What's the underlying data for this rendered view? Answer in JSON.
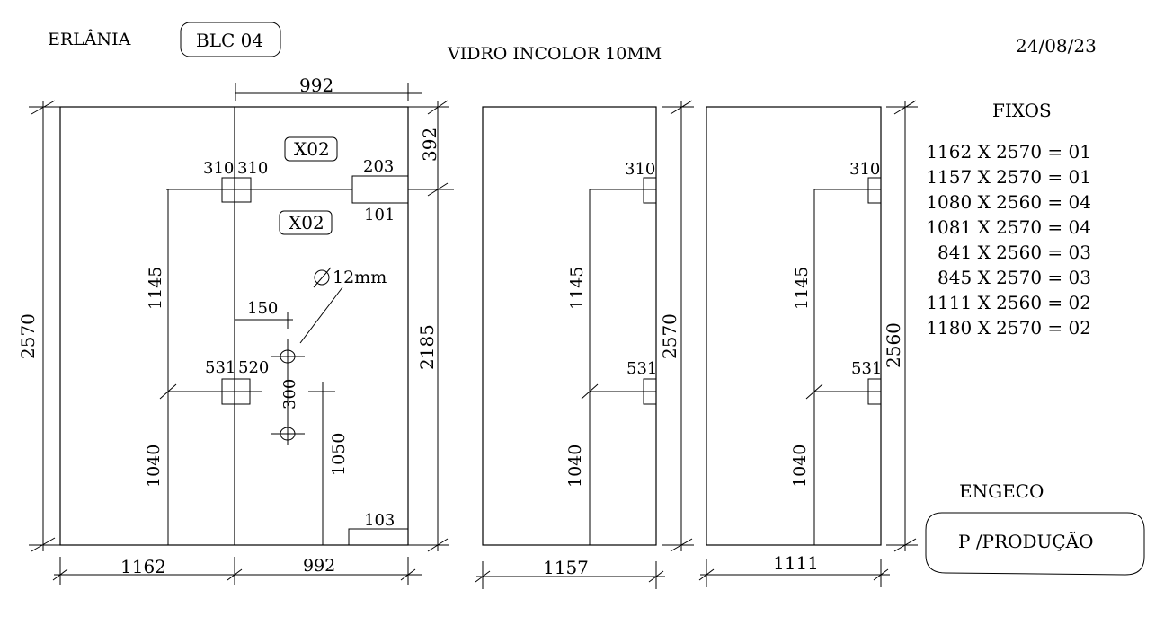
{
  "header": {
    "client": "ERLÂNIA",
    "block": "BLC 04",
    "title": "VIDRO INCOLOR 10MM",
    "date": "24/08/23"
  },
  "panel1": {
    "overall_height": "2570",
    "width_left": "1162",
    "width_right": "992",
    "width_top": "992",
    "tag_a": "X02",
    "tag_b": "X02",
    "hinge_top_left": "310",
    "hinge_top_right": "310",
    "handle_top": "203",
    "handle_bottom": "101",
    "top_offset": "392",
    "right_height": "2185",
    "upper_height": "1145",
    "lower_height": "1040",
    "hinge_mid_left": "531",
    "hinge_mid_right": "520",
    "hole_offset": "150",
    "hole_label": "12mm",
    "hole_spacing": "300",
    "hole_height": "1050",
    "notch_bottom": "103"
  },
  "panel2": {
    "hinge_top": "310",
    "hinge_mid": "531",
    "upper_height": "1145",
    "lower_height": "1040",
    "height": "2570",
    "width": "1157"
  },
  "panel3": {
    "hinge_top": "310",
    "hinge_mid": "531",
    "upper_height": "1145",
    "lower_height": "1040",
    "height": "2560",
    "width": "1111"
  },
  "fixos": {
    "title": "FIXOS",
    "items": [
      "1162 X 2570 = 01",
      "1157 X 2570 = 01",
      "1080 X 2560 = 04",
      "1081 X 2570 = 04",
      "841 X 2560 = 03",
      "845 X 2570 = 03",
      "1111 X 2560 = 02",
      "1180 X 2570 = 02"
    ]
  },
  "footer": {
    "company": "ENGECO",
    "status": "P /PRODUÇÃO"
  }
}
